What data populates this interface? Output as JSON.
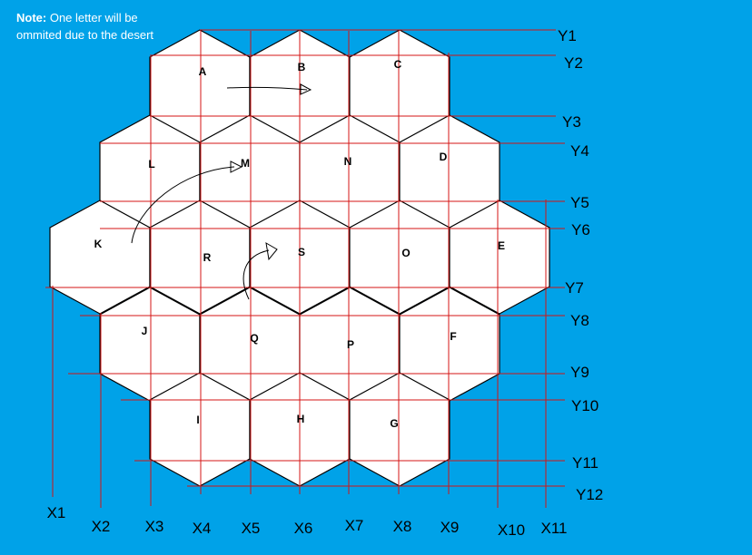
{
  "note": {
    "bold": "Note:",
    "text": " One letter will be ommited due to the desert"
  },
  "hexes": [
    {
      "label": "A"
    },
    {
      "label": "B"
    },
    {
      "label": "C"
    },
    {
      "label": "L"
    },
    {
      "label": "M"
    },
    {
      "label": "N"
    },
    {
      "label": "D"
    },
    {
      "label": "K"
    },
    {
      "label": "R"
    },
    {
      "label": "S"
    },
    {
      "label": "O"
    },
    {
      "label": "E"
    },
    {
      "label": "J"
    },
    {
      "label": "Q"
    },
    {
      "label": "P"
    },
    {
      "label": "F"
    },
    {
      "label": "I"
    },
    {
      "label": "H"
    },
    {
      "label": "G"
    }
  ],
  "x_lines": [
    "X1",
    "X2",
    "X3",
    "X4",
    "X5",
    "X6",
    "X7",
    "X8",
    "X9",
    "X10",
    "X11"
  ],
  "y_lines": [
    "Y1",
    "Y2",
    "Y3",
    "Y4",
    "Y5",
    "Y6",
    "Y7",
    "Y8",
    "Y9",
    "Y10",
    "Y11",
    "Y12"
  ],
  "colors": {
    "background": "#00a2e8",
    "hex_fill": "#ffffff",
    "grid_line": "#d41414",
    "note_text": "#ffffff"
  }
}
